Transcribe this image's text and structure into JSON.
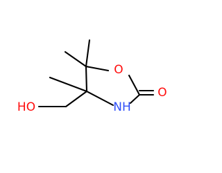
{
  "molecule": {
    "atom_labels": {
      "ring_oxygen": "O",
      "carbonyl_oxygen": "O",
      "ring_nitrogen": "NH",
      "hydroxyl": "HO"
    },
    "colors": {
      "oxygen": "#ff0d0d",
      "nitrogen": "#3050f8",
      "bond": "#000000",
      "background": "#ffffff"
    }
  }
}
